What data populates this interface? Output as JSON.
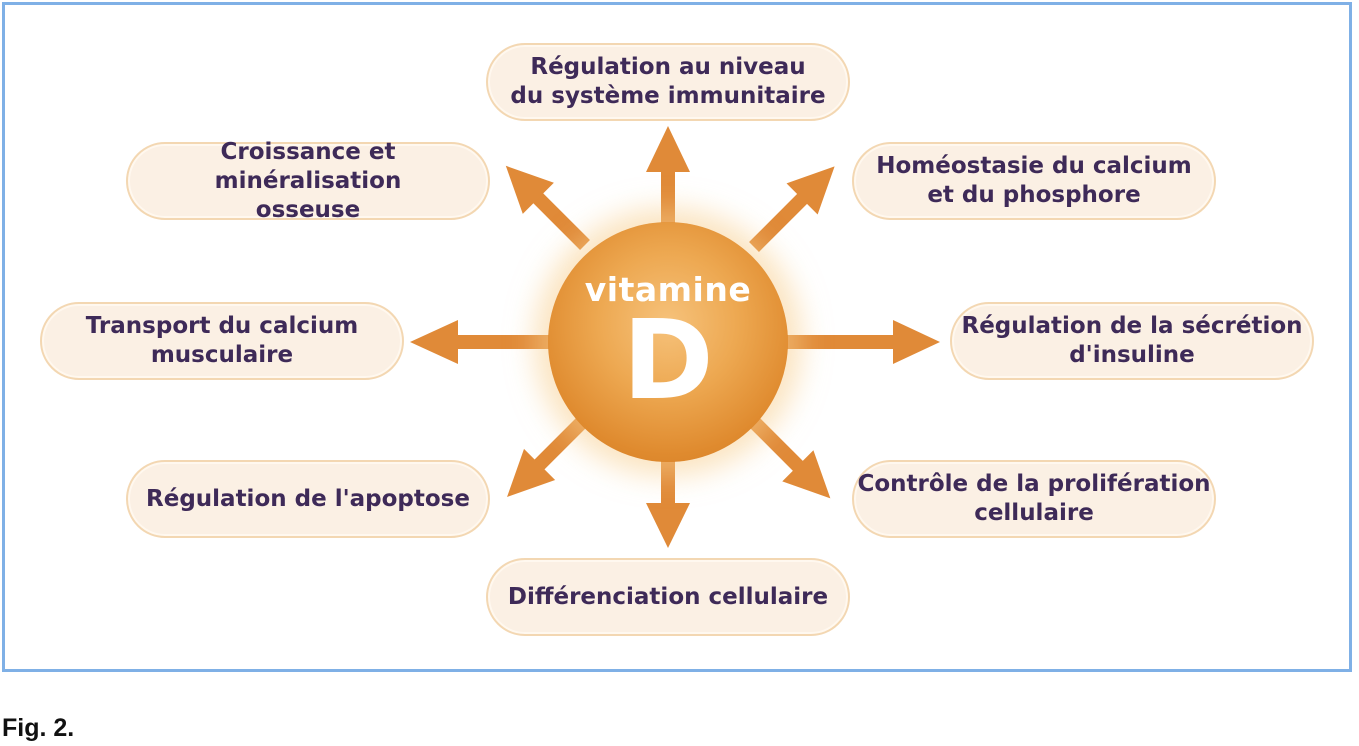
{
  "center": {
    "word": "vitamine",
    "letter": "D"
  },
  "effects": [
    {
      "id": "immune",
      "label": "Régulation au niveau\ndu système immunitaire"
    },
    {
      "id": "calcium-phosphore",
      "label": "Homéostasie du calcium\net du phosphore"
    },
    {
      "id": "insuline",
      "label": "Régulation de la sécrétion\nd'insuline"
    },
    {
      "id": "proliferation",
      "label": "Contrôle de la prolifération\ncellulaire"
    },
    {
      "id": "differenciation",
      "label": "Différenciation cellulaire"
    },
    {
      "id": "apoptose",
      "label": "Régulation de l'apoptose"
    },
    {
      "id": "transport-calcium",
      "label": "Transport du calcium\nmusculaire"
    },
    {
      "id": "croissance",
      "label": "Croissance et minéralisation\nosseuse"
    }
  ],
  "caption": "Fig. 2.",
  "colors": {
    "arrow": "#e08a38",
    "sun": "#e49a3e",
    "pill_fill": "#fbf0e4",
    "pill_border": "#f3d7b2",
    "text": "#3e2a58",
    "frame": "#7fb0e6"
  }
}
